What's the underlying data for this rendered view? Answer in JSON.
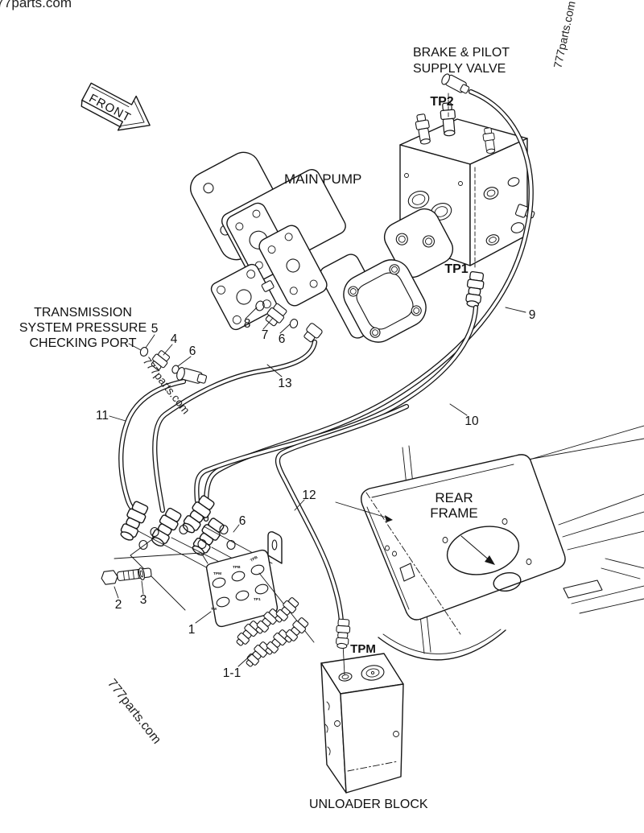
{
  "background": "#ffffff",
  "line_color": "#161616",
  "watermark": {
    "text": "777parts.com"
  },
  "front_arrow": {
    "label": "FRONT"
  },
  "labels": {
    "brake_pilot_1": "BRAKE & PILOT",
    "brake_pilot_2": "SUPPLY VALVE",
    "main_pump": "MAIN PUMP",
    "trans_1": "TRANSMISSION",
    "trans_2": "SYSTEM PRESSURE",
    "trans_3": "CHECKING PORT",
    "rear_frame_1": "REAR",
    "rear_frame_2": "FRAME",
    "unloader_block": "UNLOADER BLOCK",
    "tp1": "TP1",
    "tp2": "TP2",
    "tpm": "TPM"
  },
  "plate_ports": {
    "p1": "TPM",
    "p2": "TPB",
    "p3": "TPB",
    "p4": "TM",
    "p5": "TP1"
  },
  "callouts": [
    {
      "label": "5"
    },
    {
      "label": "4"
    },
    {
      "label": "6"
    },
    {
      "label": "8"
    },
    {
      "label": "7"
    },
    {
      "label": "6"
    },
    {
      "label": "13"
    },
    {
      "label": "9"
    },
    {
      "label": "10"
    },
    {
      "label": "11"
    },
    {
      "label": "12"
    },
    {
      "label": "6"
    },
    {
      "label": "2"
    },
    {
      "label": "3"
    },
    {
      "label": "1"
    },
    {
      "label": "1-1"
    }
  ]
}
